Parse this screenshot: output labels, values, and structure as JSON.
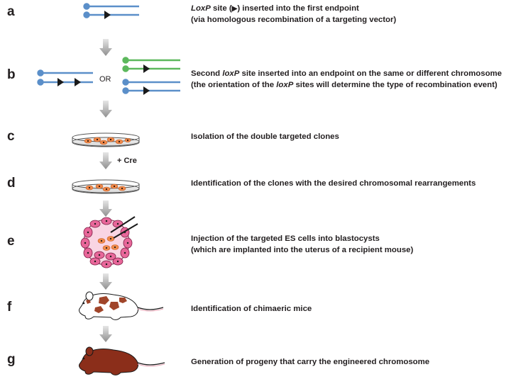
{
  "steps": [
    {
      "letter": "a",
      "line1": {
        "pre": "",
        "ital1": "LoxP",
        "mid": " site (",
        "post": ") inserted into the first endpoint"
      },
      "line2": "(via homologous recombination of a targeting vector)"
    },
    {
      "letter": "b",
      "line1": {
        "pre": "Second ",
        "ital1": "loxP",
        "post": " site inserted into an endpoint on the same or different chromosome"
      },
      "line2": {
        "pre": "(the orientation of the ",
        "ital1": "loxP",
        "post": " sites will determine the type of recombination event)"
      }
    },
    {
      "letter": "c",
      "line1": "Isolation of the double targeted clones"
    },
    {
      "letter": "d",
      "line1": "Identification of the clones with the desired chromosomal rearrangements"
    },
    {
      "letter": "e",
      "line1": "Injection of the targeted ES cells into blastocysts",
      "line2": "(which are implanted into the uterus of a recipient mouse)"
    },
    {
      "letter": "f",
      "line1": "Identification of chimaeric mice"
    },
    {
      "letter": "g",
      "line1": "Generation of progeny that carry the engineered chromosome"
    }
  ],
  "or_label": "OR",
  "cre_label": "+ Cre",
  "colors": {
    "blue_chromosome": "#5b8fc9",
    "green_chromosome": "#5cb85c",
    "loxp_triangle": "#1a1a1a",
    "arrow_gray": "#9a9a9a",
    "es_cell": "#f08a4b",
    "blastocyst": "#e8679a",
    "mouse_chimaera_brown": "#a0452a",
    "mouse_progeny": "#8b2e1a"
  },
  "icons": [
    "loxp-triangle-icon",
    "down-arrow-icon",
    "petri-dish-icon",
    "blastocyst-icon",
    "injection-needle-icon",
    "chimaeric-mouse-icon",
    "brown-mouse-icon"
  ]
}
